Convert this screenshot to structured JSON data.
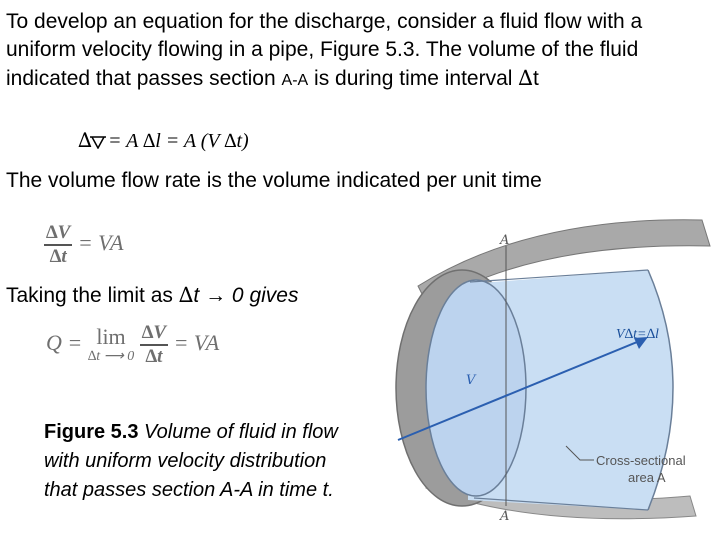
{
  "intro": {
    "part1": "To develop an equation for the discharge, consider a fluid flow with a uniform velocity flowing in a pipe, Figure 5.3. The volume of the fluid indicated that passes section ",
    "section": "A-A",
    "part2": " is during time interval ",
    "delta": "∆",
    "t": "t"
  },
  "eq_volume": {
    "delta": "∆",
    "rest": "= A ∆l = A (V ∆t)"
  },
  "line_flow_rate": "The volume flow rate is the volume indicated per unit time",
  "eq_rate": {
    "numerator": "∆V",
    "denominator": "∆t",
    "rhs": "= VA"
  },
  "line_limit": {
    "prefix": "Taking the limit as ",
    "delta": "∆",
    "rest": "t → 0 gives"
  },
  "eq_limit": {
    "lhs": "Q =",
    "lim": "lim",
    "under": "∆t ⟶ 0",
    "numerator": "∆V",
    "denominator": "∆t",
    "rhs": "= VA"
  },
  "caption": {
    "label": "Figure 5.3",
    "text": " Volume of fluid in flow with uniform velocity distribution that passes section A-A in time t."
  },
  "figure": {
    "section_top": "A",
    "section_bottom": "A",
    "velocity_label": "V",
    "length_label": "V∆t=∆l",
    "area_label_1": "Cross-sectional",
    "area_label_2": "area A",
    "colors": {
      "pipe_outer": "#b9b9b9",
      "pipe_face": "#c6d9ee",
      "fluid": "#c9def3",
      "arrow": "#2b5fb0"
    }
  }
}
